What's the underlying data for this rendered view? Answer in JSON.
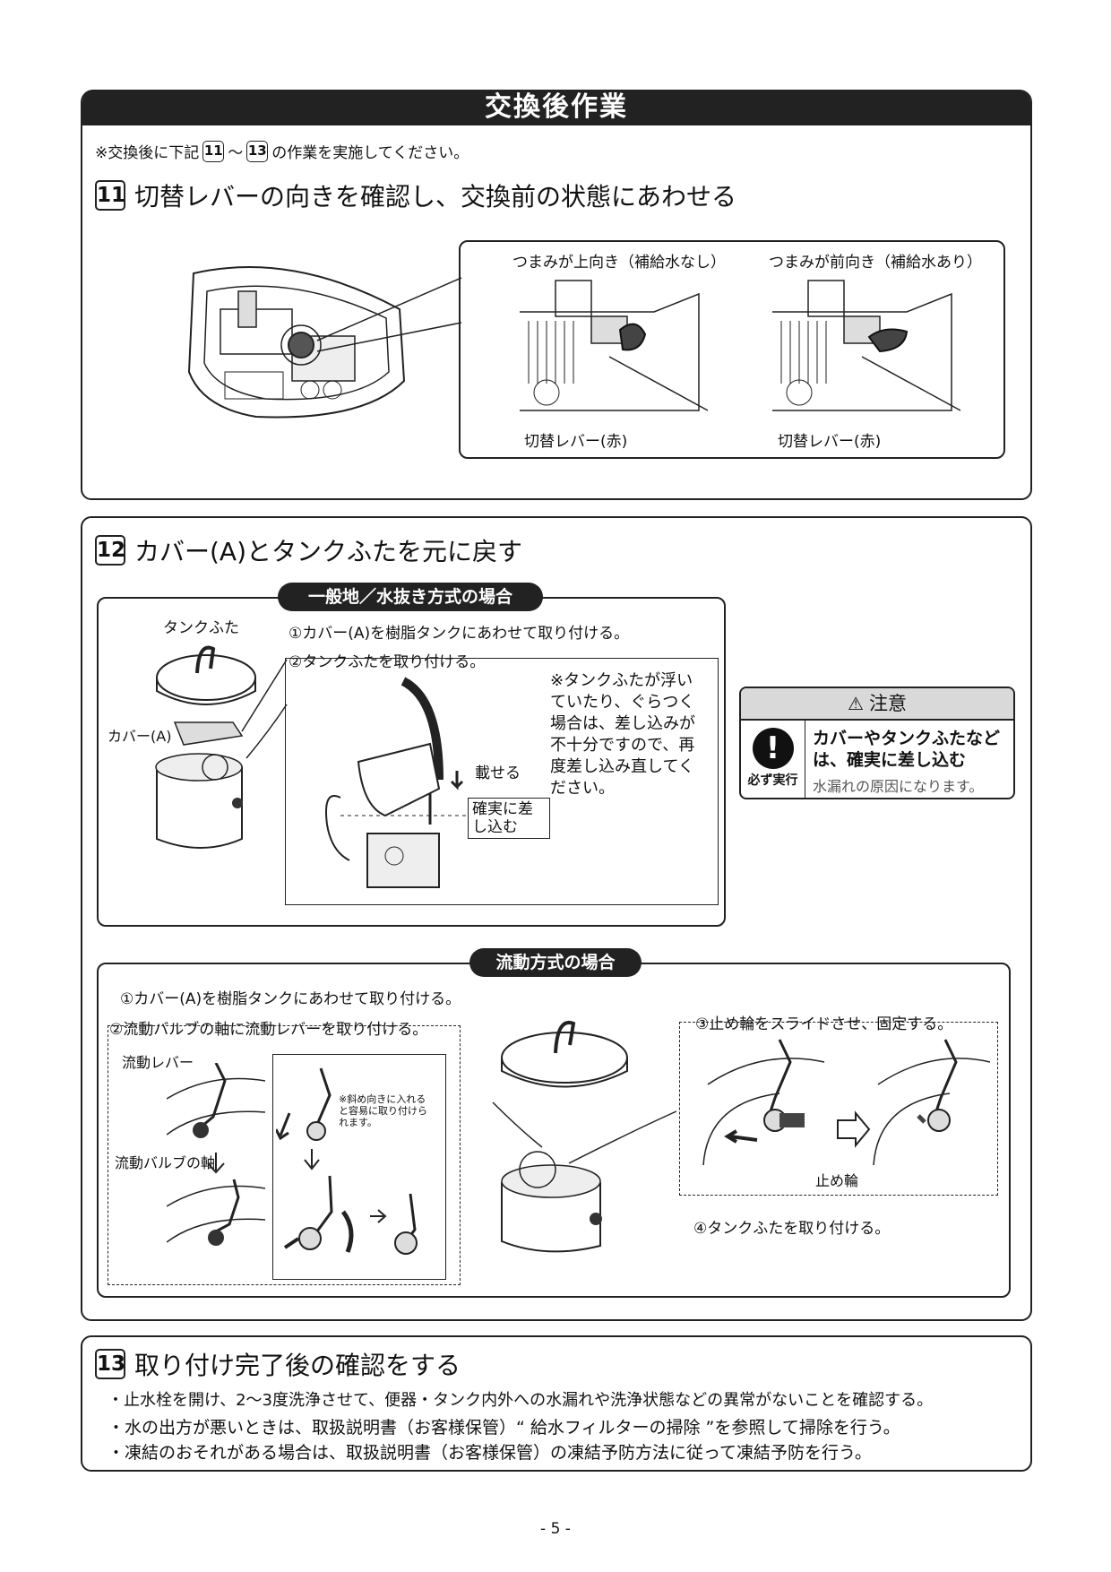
{
  "header": {
    "title": "交換後作業"
  },
  "intro": {
    "prefix": "※交換後に下記",
    "from": "11",
    "tilde": "〜",
    "to": "13",
    "suffix": "の作業を実施してください。"
  },
  "step11": {
    "num": "11",
    "title": "切替レバーの向きを確認し、交換前の状態にあわせる",
    "left_caption": "つまみが上向き（補給水なし）",
    "right_caption": "つまみが前向き（補給水あり）",
    "lever_label": "切替レバー(赤)"
  },
  "step12": {
    "num": "12",
    "title": "カバー(A)とタンクふたを元に戻す",
    "general": {
      "pill": "一般地／水抜き方式の場合",
      "tank_lid": "タンクふた",
      "cover_a": "カバー(A)",
      "step1": "①カバー(A)を樹脂タンクにあわせて取り付ける。",
      "step2": "②タンクふたを取り付ける。",
      "note": "※タンクふたが浮いていたり、ぐらつく場合は、差し込みが不十分ですので、再度差し込み直してください。",
      "place": "載せる",
      "insert": "確実に差し込む"
    },
    "caution": {
      "header": "注意",
      "must_do": "必ず実行",
      "bold_text": "カバーやタンクふたなどは、確実に差し込む",
      "sub_text": "水漏れの原因になります。"
    },
    "flow": {
      "pill": "流動方式の場合",
      "step1": "①カバー(A)を樹脂タンクにあわせて取り付ける。",
      "step2": "②流動バルブの軸に流動レバーを取り付ける。",
      "lever": "流動レバー",
      "valve_shaft": "流動バルブの軸",
      "tip": "※斜め向きに入れると容易に取り付けられます。",
      "step3": "③止め輪をスライドさせ、固定する。",
      "ring": "止め輪",
      "step4": "④タンクふたを取り付ける。"
    }
  },
  "step13": {
    "num": "13",
    "title": "取り付け完了後の確認をする",
    "bullets": [
      "・止水栓を開け、2〜3度洗浄させて、便器・タンク内外への水漏れや洗浄状態などの異常がないことを確認する。",
      "・水の出方が悪いときは、取扱説明書（お客様保管）“ 給水フィルターの掃除 ”を参照して掃除を行う。",
      "・凍結のおそれがある場合は、取扱説明書（お客様保管）の凍結予防方法に従って凍結予防を行う。"
    ]
  },
  "page_number": "- 5 -"
}
